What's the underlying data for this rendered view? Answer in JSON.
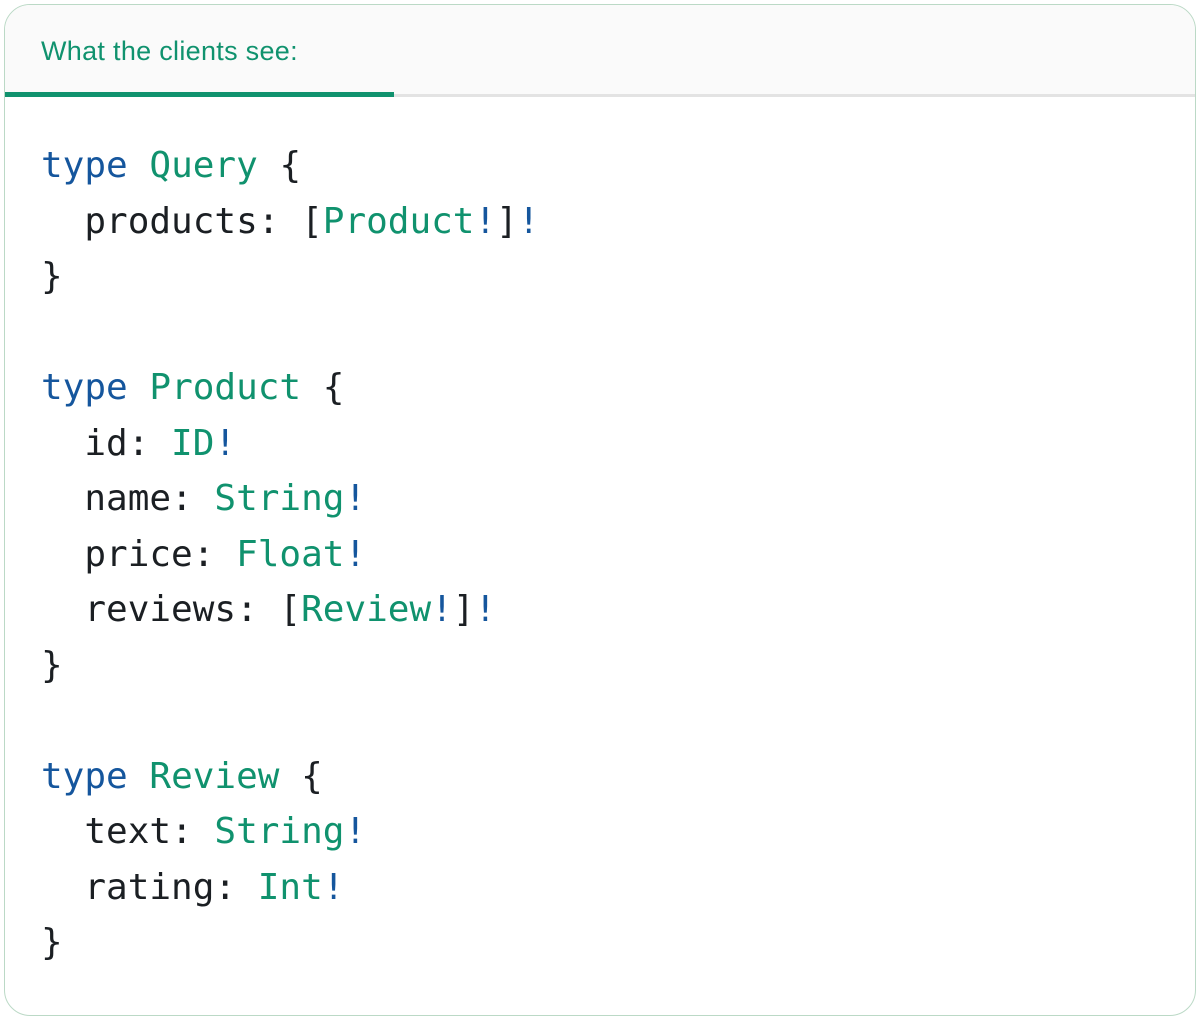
{
  "colors": {
    "accent_green": "#10926E",
    "accent_blue": "#15569D",
    "code_ink": "#1B1F23",
    "tab_background": "#FAFAFA",
    "divider": "#E3E3E3",
    "card_border": "#BBD9C6"
  },
  "tab": {
    "label": "What the clients see:",
    "active": true
  },
  "code": {
    "language": "graphql",
    "plain_text": "type Query {\n  products: [Product!]!\n}\n\ntype Product {\n  id: ID!\n  name: String!\n  price: Float!\n  reviews: [Review!]!\n}\n\ntype Review {\n  text: String!\n  rating: Int!\n}",
    "lines": [
      [
        {
          "t": "keyword",
          "v": "type"
        },
        {
          "t": "plain",
          "v": " "
        },
        {
          "t": "type",
          "v": "Query"
        },
        {
          "t": "plain",
          "v": " {"
        }
      ],
      [
        {
          "t": "plain",
          "v": "  products: ["
        },
        {
          "t": "type",
          "v": "Product"
        },
        {
          "t": "bang",
          "v": "!"
        },
        {
          "t": "plain",
          "v": "]"
        },
        {
          "t": "bang",
          "v": "!"
        }
      ],
      [
        {
          "t": "plain",
          "v": "}"
        }
      ],
      [],
      [
        {
          "t": "keyword",
          "v": "type"
        },
        {
          "t": "plain",
          "v": " "
        },
        {
          "t": "type",
          "v": "Product"
        },
        {
          "t": "plain",
          "v": " {"
        }
      ],
      [
        {
          "t": "plain",
          "v": "  id: "
        },
        {
          "t": "type",
          "v": "ID"
        },
        {
          "t": "bang",
          "v": "!"
        }
      ],
      [
        {
          "t": "plain",
          "v": "  name: "
        },
        {
          "t": "type",
          "v": "String"
        },
        {
          "t": "bang",
          "v": "!"
        }
      ],
      [
        {
          "t": "plain",
          "v": "  price: "
        },
        {
          "t": "type",
          "v": "Float"
        },
        {
          "t": "bang",
          "v": "!"
        }
      ],
      [
        {
          "t": "plain",
          "v": "  reviews: ["
        },
        {
          "t": "type",
          "v": "Review"
        },
        {
          "t": "bang",
          "v": "!"
        },
        {
          "t": "plain",
          "v": "]"
        },
        {
          "t": "bang",
          "v": "!"
        }
      ],
      [
        {
          "t": "plain",
          "v": "}"
        }
      ],
      [],
      [
        {
          "t": "keyword",
          "v": "type"
        },
        {
          "t": "plain",
          "v": " "
        },
        {
          "t": "type",
          "v": "Review"
        },
        {
          "t": "plain",
          "v": " {"
        }
      ],
      [
        {
          "t": "plain",
          "v": "  text: "
        },
        {
          "t": "type",
          "v": "String"
        },
        {
          "t": "bang",
          "v": "!"
        }
      ],
      [
        {
          "t": "plain",
          "v": "  rating: "
        },
        {
          "t": "type",
          "v": "Int"
        },
        {
          "t": "bang",
          "v": "!"
        }
      ],
      [
        {
          "t": "plain",
          "v": "}"
        }
      ]
    ]
  }
}
